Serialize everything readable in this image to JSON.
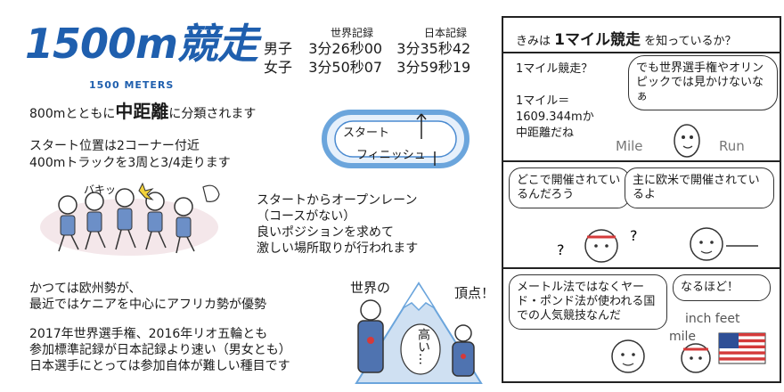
{
  "header": {
    "title": "1500m競走",
    "subtitle": "1500 METERS"
  },
  "records": {
    "col_world": "世界記録",
    "col_japan": "日本記録",
    "rows": [
      {
        "label": "男子",
        "world": "3分26秒00",
        "japan": "3分35秒42"
      },
      {
        "label": "女子",
        "world": "3分50秒07",
        "japan": "3分59秒19"
      }
    ]
  },
  "facts": {
    "classification_pre": "800mとともに",
    "classification_emph": "中距離",
    "classification_post": "に分類されます",
    "start_line1": "スタート位置は2コーナー付近",
    "start_line2": "400mトラックを3周と3/4走ります",
    "lane_line1": "スタートからオープンレーン",
    "lane_line2": "（コースがない）",
    "lane_line3": "良いポジションを求めて",
    "lane_line4": "激しい場所取りが行われます",
    "history_line1": "かつては欧州勢が、",
    "history_line2": "最近ではケニアを中心にアフリカ勢が優勢",
    "standard_line1": "2017年世界選手権、2016年リオ五輪とも",
    "standard_line2": "参加標準記録が日本記録より速い（男女とも）",
    "standard_line3": "日本選手にとっては参加自体が難しい種目です"
  },
  "track": {
    "start_label": "スタート",
    "finish_label": "フィニッシュ"
  },
  "runners_sfx": "バキッ",
  "mountain": {
    "left_label": "世界の",
    "right_label": "頂点！",
    "center_label": "高い…"
  },
  "comic": {
    "header_pre": "きみは",
    "header_emph": "1マイル競走",
    "header_post": "を知っているか？",
    "p1_q": "1マイル競走？",
    "p1_def_line1": "1マイル＝",
    "p1_def_line2": "1609.344mか",
    "p1_def_line3": "中距離だね",
    "p1_bubble": "でも世界選手権やオリンピックでは見かけないなぁ",
    "p1_mile": "Mile",
    "p1_run": "Run",
    "p2_left": "どこで開催されているんだろう",
    "p2_right": "主に欧米で開催されているよ",
    "p3_left": "メートル法ではなくヤード・ポンド法が使われる国での人気競技なんだ",
    "p3_right": "なるほど！",
    "p3_inch_feet": "inch feet",
    "p3_mile": "mile"
  },
  "colors": {
    "title_blue": "#1f5fae",
    "emph_blue": "#2e6bd1",
    "track_blue": "#6ba5dc",
    "flag_red": "#d43a3a"
  }
}
